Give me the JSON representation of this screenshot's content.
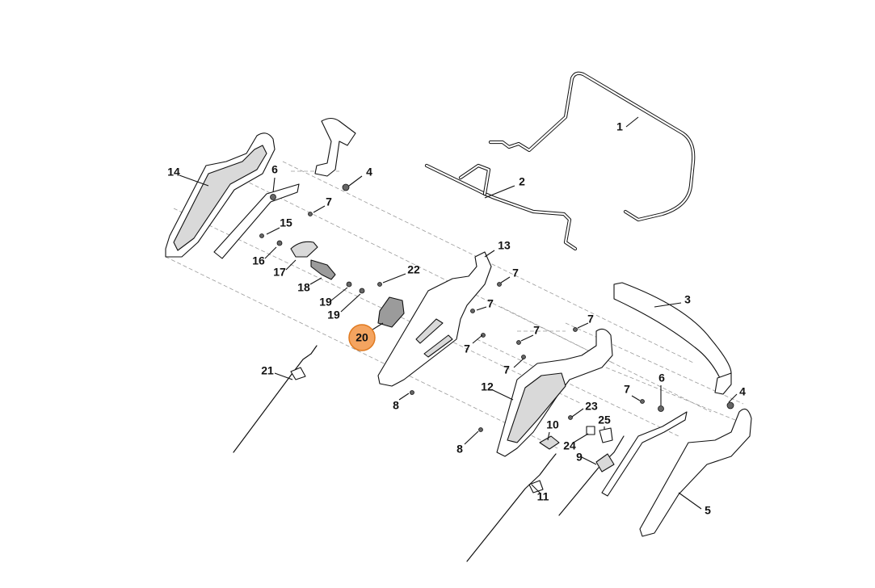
{
  "diagram": {
    "highlight_color": "#f4a460",
    "highlight_stroke": "#e07a20",
    "callouts": [
      {
        "id": "c1",
        "label": "1"
      },
      {
        "id": "c2",
        "label": "2"
      },
      {
        "id": "c3",
        "label": "3"
      },
      {
        "id": "c4a",
        "label": "4"
      },
      {
        "id": "c4b",
        "label": "4"
      },
      {
        "id": "c5",
        "label": "5"
      },
      {
        "id": "c6a",
        "label": "6"
      },
      {
        "id": "c6b",
        "label": "6"
      },
      {
        "id": "c7a",
        "label": "7"
      },
      {
        "id": "c7b",
        "label": "7"
      },
      {
        "id": "c7c",
        "label": "7"
      },
      {
        "id": "c7d",
        "label": "7"
      },
      {
        "id": "c7e",
        "label": "7"
      },
      {
        "id": "c7f",
        "label": "7"
      },
      {
        "id": "c7g",
        "label": "7"
      },
      {
        "id": "c7h",
        "label": "7"
      },
      {
        "id": "c8a",
        "label": "8"
      },
      {
        "id": "c8b",
        "label": "8"
      },
      {
        "id": "c9",
        "label": "9"
      },
      {
        "id": "c10",
        "label": "10"
      },
      {
        "id": "c11",
        "label": "11"
      },
      {
        "id": "c12",
        "label": "12"
      },
      {
        "id": "c13",
        "label": "13"
      },
      {
        "id": "c14",
        "label": "14"
      },
      {
        "id": "c15",
        "label": "15"
      },
      {
        "id": "c16",
        "label": "16"
      },
      {
        "id": "c17",
        "label": "17"
      },
      {
        "id": "c18",
        "label": "18"
      },
      {
        "id": "c19a",
        "label": "19"
      },
      {
        "id": "c19b",
        "label": "19"
      },
      {
        "id": "c20",
        "label": "20",
        "highlighted": true
      },
      {
        "id": "c21",
        "label": "21"
      },
      {
        "id": "c22",
        "label": "22"
      },
      {
        "id": "c23",
        "label": "23"
      },
      {
        "id": "c24",
        "label": "24"
      },
      {
        "id": "c25",
        "label": "25"
      }
    ]
  }
}
